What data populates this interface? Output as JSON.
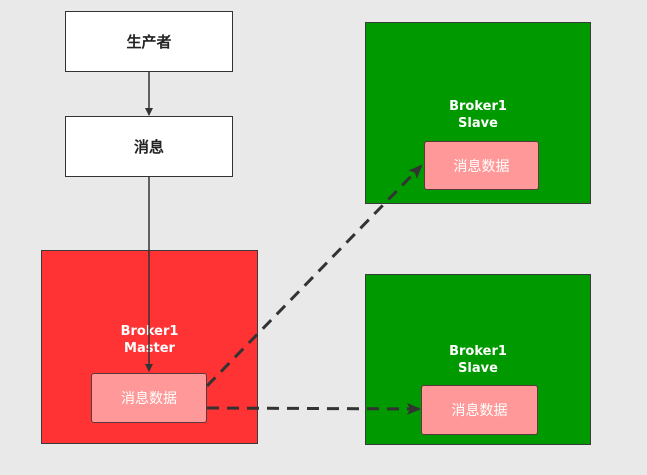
{
  "producer": {
    "label": "生产者"
  },
  "message": {
    "label": "消息"
  },
  "master": {
    "name": "Broker1",
    "role": "Master",
    "data_label": "消息数据",
    "color": "#ff3333"
  },
  "slave_top": {
    "name": "Broker1",
    "role": "Slave",
    "data_label": "消息数据",
    "color": "#009900"
  },
  "slave_bottom": {
    "name": "Broker1",
    "role": "Slave",
    "data_label": "消息数据",
    "color": "#009900"
  },
  "colors": {
    "background": "#e9e9e9",
    "data_box": "#ff9999",
    "arrow": "#333333"
  }
}
